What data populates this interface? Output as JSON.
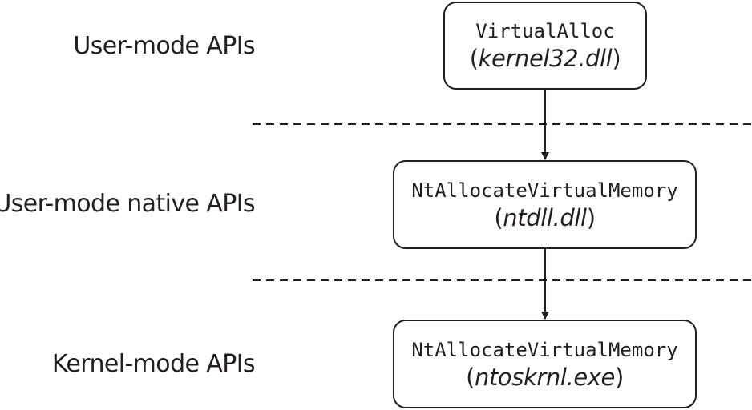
{
  "layers": [
    {
      "label": "User-mode APIs"
    },
    {
      "label": "User-mode native APIs"
    },
    {
      "label": "Kernel-mode APIs"
    }
  ],
  "boxes": [
    {
      "function": "VirtualAlloc",
      "module": "kernel32.dll"
    },
    {
      "function": "NtAllocateVirtualMemory",
      "module": "ntdll.dll"
    },
    {
      "function": "NtAllocateVirtualMemory",
      "module": "ntoskrnl.exe"
    }
  ],
  "colors": {
    "ink": "#231f20",
    "background": "#ffffff"
  }
}
